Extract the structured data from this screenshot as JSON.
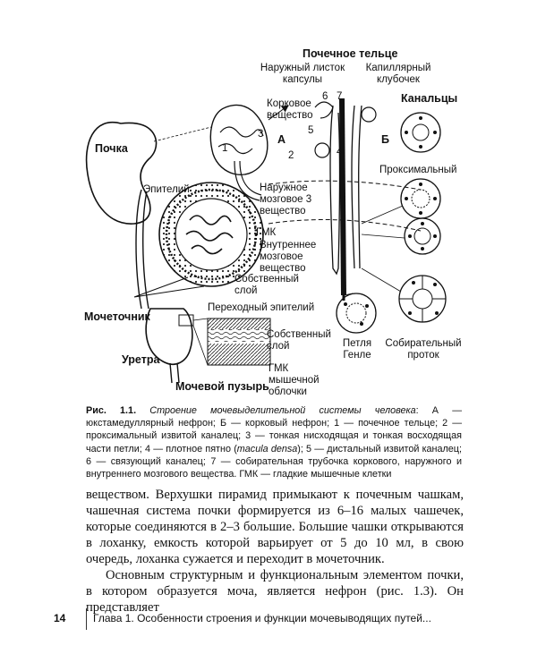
{
  "figure": {
    "labels": {
      "renal_corpuscle": "Почечное тельце",
      "outer_capsule": "Наружный листок капсулы",
      "capillary_glomerulus": "Капиллярный клубочек",
      "tubules": "Канальцы",
      "kidney": "Почка",
      "cortex": "Корковое вещество",
      "a": "А",
      "b": "Б",
      "n1": "1",
      "n2": "2",
      "n3": "3",
      "n3b": "3",
      "n4": "4",
      "n5": "5",
      "n6": "6",
      "n7": "7",
      "epithelium": "Эпителий",
      "proximal": "Проксимальный",
      "outer_medulla": "Наружное мозговое 3 вещество",
      "smc": "ГМК",
      "inner_medulla": "Внутреннее мозговое вещество",
      "lamina_propria": "Собственный слой",
      "transitional_epithelium": "Переходный эпителий",
      "ureter": "Мочеточник",
      "lamina_propria2": "Собственный слой",
      "smc_muscle": "ГМК мышечной облочки",
      "urethra": "Уретра",
      "bladder": "Мочевой пузырь",
      "henle_loop": "Петля Генле",
      "collecting_duct": "Собирательный проток"
    }
  },
  "caption": {
    "label": "Рис. 1.1.",
    "title": "Строение мочевыделительной системы человека",
    "text_1": ": А — юкстамедуллярный нефрон; Б — корковый нефрон; 1 — почечное тельце; 2 — проксимальный извитой каналец; 3 — тонкая нисходящая и тонкая восходящая части петли; 4 — плотное пятно (",
    "macula": "macula densa",
    "text_2": "); 5 — дистальный извитой каналец; 6 — связующий каналец; 7 — собирательная трубочка коркового, наружного и внутреннего мозгового вещества. ГМК — гладкие мышечные клетки"
  },
  "body": {
    "p1": "веществом. Верхушки пирамид примыкают к почечным чашкам, чашечная система почки формируется из 6–16 малых чашечек, которые соединяются в 2–3 большие. Большие чашки открываются в лоханку, емкость которой варьирует от 5 до 10 мл, в свою очередь, лоханка сужается и переходит в мочеточник.",
    "p2": "Основным структурным и функциональным элементом почки, в котором образуется моча, является нефрон (рис. 1.3). Он представляет"
  },
  "footer": {
    "page_number": "14",
    "chapter": "Глава 1. Особенности строения и функции мочевыводящих путей..."
  }
}
